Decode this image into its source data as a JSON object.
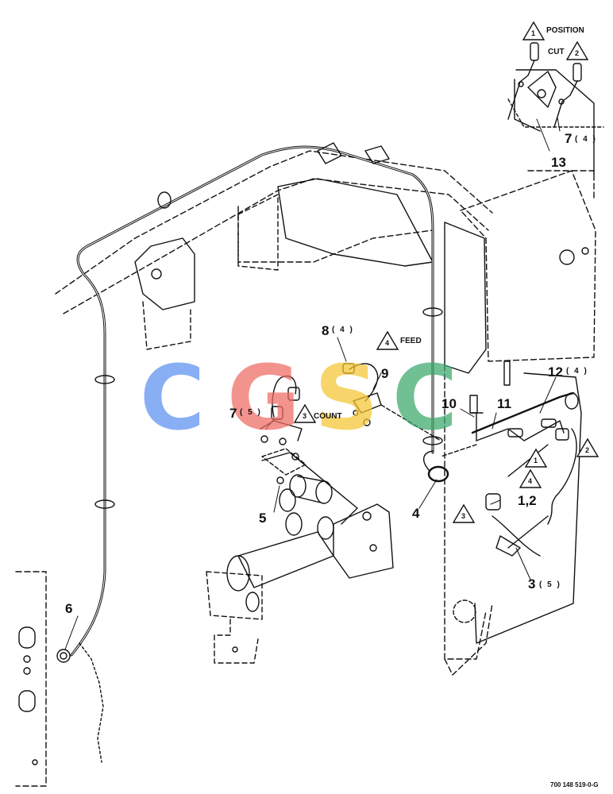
{
  "callouts": {
    "c1": "1,2",
    "c3": "3",
    "c3_qty": "( 5 )",
    "c4": "4",
    "c5": "5",
    "c6": "6",
    "c7a": "7",
    "c7a_qty": "( 5 )",
    "c7b": "7",
    "c7b_qty": "( 4 )",
    "c8": "8",
    "c8_qty": "( 4 )",
    "c9": "9",
    "c10": "10",
    "c11": "11",
    "c12": "12",
    "c12_qty": "( 4 )",
    "c13": "13"
  },
  "notes": {
    "n1_num": "1",
    "n1_text": "POSITION",
    "n2_num": "2",
    "n2_text": "CUT",
    "n3_num": "3",
    "n3_text": "COUNT",
    "n4_num": "4",
    "n4_text": "FEED",
    "n1b_num": "1",
    "n2b_num": "2",
    "n3b_num": "3",
    "n4b_num": "4"
  },
  "watermark": {
    "letters": [
      "C",
      "G",
      "S",
      "C"
    ],
    "colors": [
      "#5b8ff0",
      "#ef6a62",
      "#f4c531",
      "#3aa86b"
    ]
  },
  "figure_id": "700 148 519-0-G"
}
